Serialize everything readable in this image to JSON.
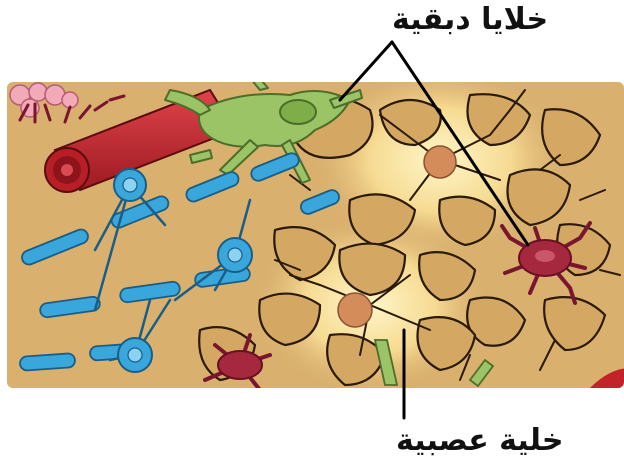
{
  "labels": {
    "glial_cells": "خلايا دبقية",
    "neuron": "خلية عصبية"
  },
  "colors": {
    "tissue": "#D9B06E",
    "tissue_dark": "#B98A45",
    "outline": "#2a1a08",
    "astrocyte": "#9BC466",
    "microglia": "#A5283F",
    "oligodendrocyte": "#3AA7DC",
    "blood_vessel": "#C4222A",
    "neuron_glow": "#FFF2B0",
    "nucleus": "#D48C5A"
  },
  "icons": [
    "astrocyte-cell",
    "microglia-cell",
    "oligodendrocyte-cell",
    "neuron-cell",
    "blood-vessel"
  ]
}
